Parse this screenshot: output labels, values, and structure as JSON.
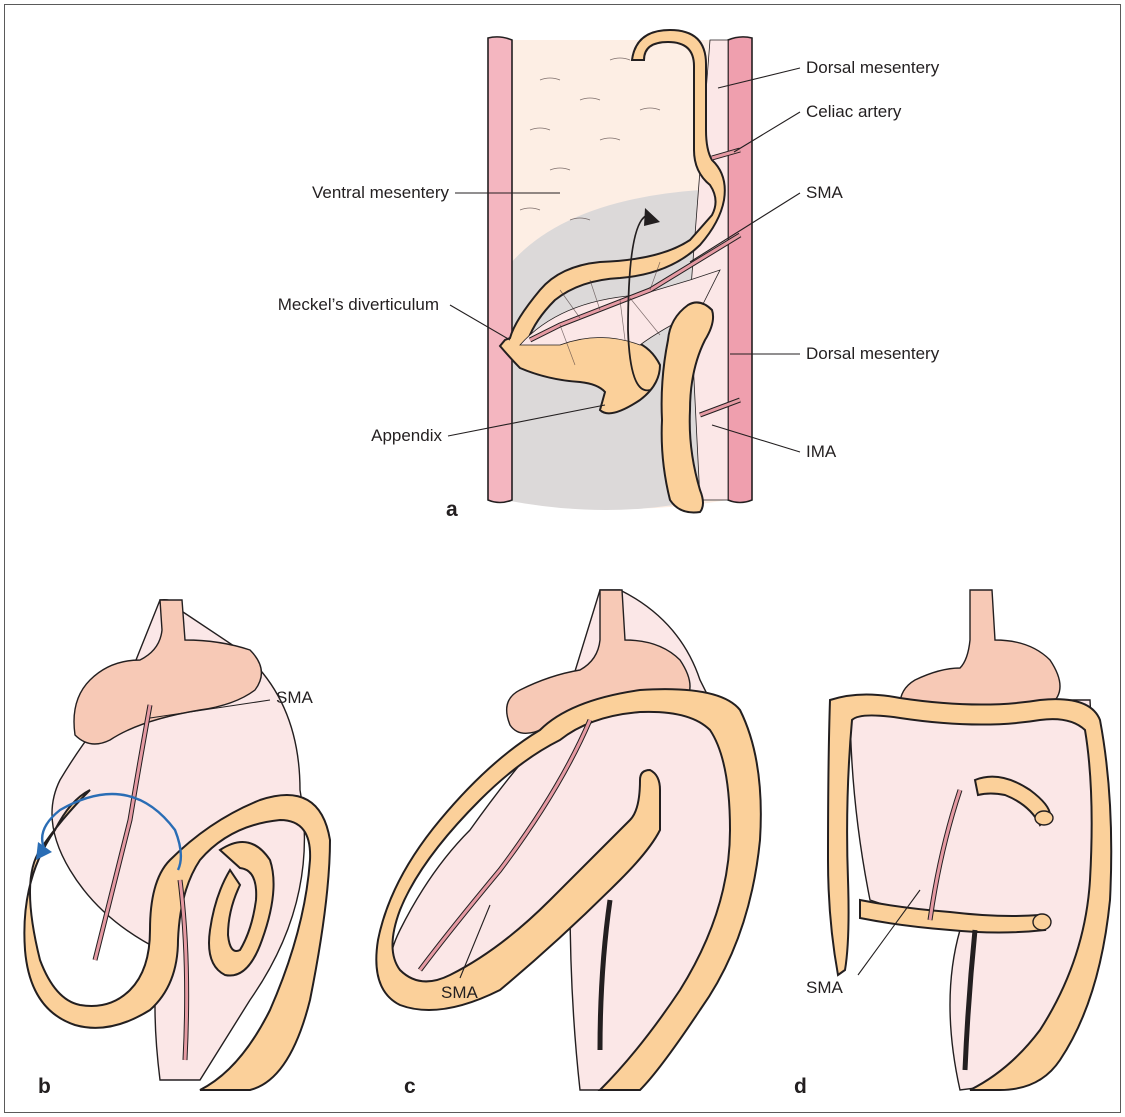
{
  "panels": {
    "a": {
      "letter": "a",
      "labels": {
        "dorsal_mesentery_top": "Dorsal mesentery",
        "celiac_artery": "Celiac artery",
        "ventral_mesentery": "Ventral mesentery",
        "sma": "SMA",
        "meckels_diverticulum": "Meckel’s diverticulum",
        "dorsal_mesentery_bottom": "Dorsal mesentery",
        "appendix": "Appendix",
        "ima": "IMA"
      }
    },
    "b": {
      "letter": "b",
      "labels": {
        "sma": "SMA"
      }
    },
    "c": {
      "letter": "c",
      "labels": {
        "sma": "SMA"
      }
    },
    "d": {
      "letter": "d",
      "labels": {
        "sma": "SMA"
      }
    }
  },
  "colors": {
    "gut": "#fbd09a",
    "mesentery": "#fbe7e7",
    "body_wall": "#f4b6c0",
    "dorsal_wall": "#ef9fae",
    "artery": "#e27a86",
    "rotation_arrow": "#2a6db5",
    "peritoneal_cavity": "#dcd9d9",
    "stomach": "#f7c9b6"
  }
}
